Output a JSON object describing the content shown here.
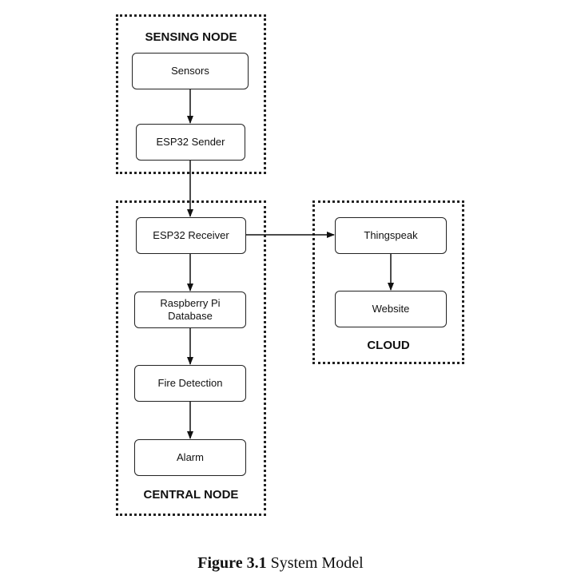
{
  "groups": {
    "sensing": "SENSING NODE",
    "central": "CENTRAL NODE",
    "cloud": "CLOUD"
  },
  "nodes": {
    "sensors": "Sensors",
    "esp32_sender": "ESP32 Sender",
    "esp32_receiver": "ESP32 Receiver",
    "raspberry_pi": "Raspberry Pi\nDatabase",
    "fire_detection": "Fire Detection",
    "alarm": "Alarm",
    "thingspeak": "Thingspeak",
    "website": "Website"
  },
  "caption": {
    "label": "Figure 3.1",
    "text": "System Model"
  }
}
